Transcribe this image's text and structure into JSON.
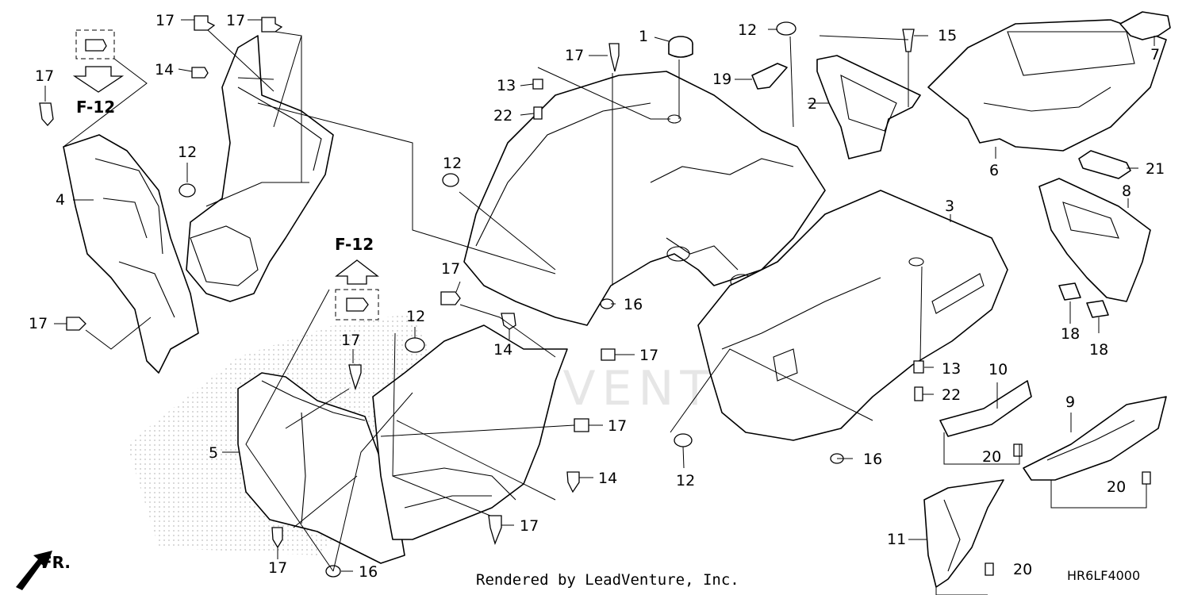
{
  "labels": {
    "p1": "1",
    "p2": "2",
    "p3": "3",
    "p4": "4",
    "p5": "5",
    "p6": "6",
    "p7": "7",
    "p8": "8",
    "p9": "9",
    "p10": "10",
    "p11": "11",
    "p12": "12",
    "p13": "13",
    "p14": "14",
    "p15": "15",
    "p16": "16",
    "p17": "17",
    "p18": "18",
    "p19": "19",
    "p20": "20",
    "p21": "21",
    "p22": "22"
  },
  "ref_label": "F-12",
  "front_label": "FR.",
  "footer": "Rendered by LeadVenture, Inc.",
  "diagram_code": "HR6LF4000",
  "watermark": "LEADVENTURE"
}
